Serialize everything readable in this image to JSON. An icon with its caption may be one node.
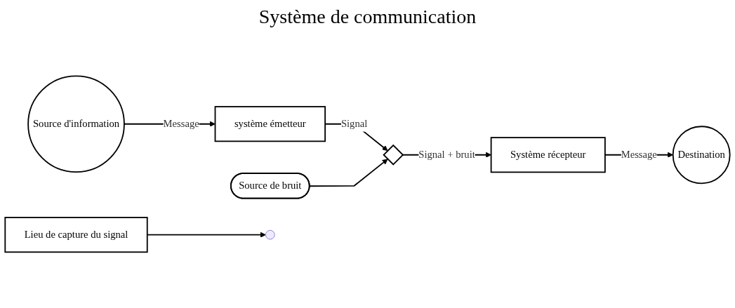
{
  "diagram": {
    "title": "Système de communication",
    "nodes": [
      {
        "text": [
          "Source d'information"
        ]
      },
      {
        "text": [
          "système émetteur"
        ]
      },
      {
        "text": [],
        "shape": "diamond"
      },
      {
        "text": [
          "Système récepteur"
        ]
      },
      {
        "text": [
          "Destination"
        ]
      },
      {
        "text": [
          "Source de bruit"
        ]
      },
      {
        "text": [
          "Lieu de capture du signal"
        ]
      }
    ],
    "edges": [
      {
        "from": 0,
        "to": 1,
        "arrow": "to",
        "label": "Message"
      },
      {
        "from": 1,
        "to": 2,
        "arrow": "to",
        "label": "Signal"
      },
      {
        "from": 2,
        "to": 3,
        "arrow": "to",
        "label": "Signal + bruit"
      },
      {
        "from": 3,
        "to": 4,
        "arrow": "to",
        "label": "Message"
      },
      {
        "from": 5,
        "to": 2,
        "arrow": "to"
      },
      {
        "from": 6,
        "to": null,
        "arrow": "to"
      }
    ]
  }
}
